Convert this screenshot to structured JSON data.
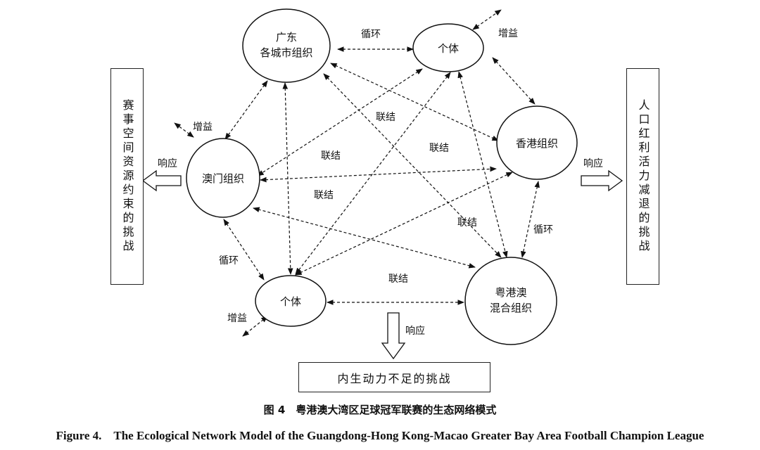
{
  "nodes": {
    "guangdong": [
      "广东",
      "各城市组织"
    ],
    "individual_top": "个体",
    "hongkong": "香港组织",
    "macao": "澳门组织",
    "individual_bottom": "个体",
    "mixed": [
      "粤港澳",
      "混合组织"
    ]
  },
  "edge_labels": {
    "cycle_top": "循环",
    "cycle_right": "循环",
    "cycle_left": "循环",
    "link_1": "联结",
    "link_2": "联结",
    "link_3": "联结",
    "link_4": "联结",
    "link_5": "联结",
    "link_6": "联结",
    "gain_top": "增益",
    "gain_left": "增益",
    "gain_bottom": "增益",
    "response_left": "响应",
    "response_right": "响应",
    "response_bottom": "响应"
  },
  "challenges": {
    "left": "赛事空间资源约束的挑战",
    "right": "人口红利活力减退的挑战",
    "bottom": "内生动力不足的挑战"
  },
  "caption": {
    "cn": "图 4　粤港澳大湾区足球冠军联赛的生态网络模式",
    "en": "Figure 4.　The Ecological Network Model of the Guangdong-Hong Kong-Macao Greater Bay Area Football Champion League"
  }
}
